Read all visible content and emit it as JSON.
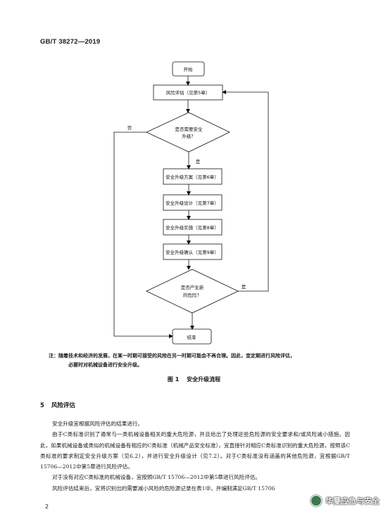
{
  "header": {
    "standard_code": "GB/T 38272—2019"
  },
  "flowchart": {
    "start": "开始",
    "risk_assessment": "风险评估（见第5章）",
    "decision_upgrade_line1": "是否需要安全",
    "decision_upgrade_line2": "升级？",
    "yes": "是",
    "no": "否",
    "plan": "安全升级方案（见第6章）",
    "design": "安全升级设计（见第7章）",
    "implement": "安全升级实施（见第8章）",
    "confirm": "安全升级确认（见第9章）",
    "decision_new_line1": "是否产生新",
    "decision_new_line2": "的危险？",
    "end": "结束"
  },
  "note": {
    "line1": "注：随着技术和经济的发展，在某一时期可接受的风险在另一时期可能会不再合理。因此，宜定期进行风险评估，",
    "line2": "必要时对机械设备进行安全升级。"
  },
  "figure": {
    "number": "图 1",
    "title": "安全升级流程"
  },
  "section": {
    "number": "5",
    "title": "风险评估"
  },
  "paragraphs": {
    "p1": "安全升级宜根据风险评估的结果进行。",
    "p2": "由于C类标准识别了通常与一类机械设备相关的重大危险源，并且给出了处理这些危险源的安全要求和/或风险减小措施。因此，如果机械设备或类似的机械设备有相应的C类标准（机械产品安全标准），宜直接针对相应C类标准识别的重大危险源，按照该C类标准的要求制定安全升级方案（见6.2），并进行安全升级设计（见7.2）。对于C类标准没有涵盖的其他危险源，宜根据GB/T 15706—2012中第5章进行风险评估。",
    "p3": "对于没有对应C类标准的机械设备，宜按照GB/T 15706—2012中第5章进行风险评估。",
    "p4": "风险评估结束后，宜将识别出的需要减小风险的危险源记录在表1中，并编制满足GB/T 15706"
  },
  "page_number": "2",
  "watermark": "华夏应急与安全"
}
